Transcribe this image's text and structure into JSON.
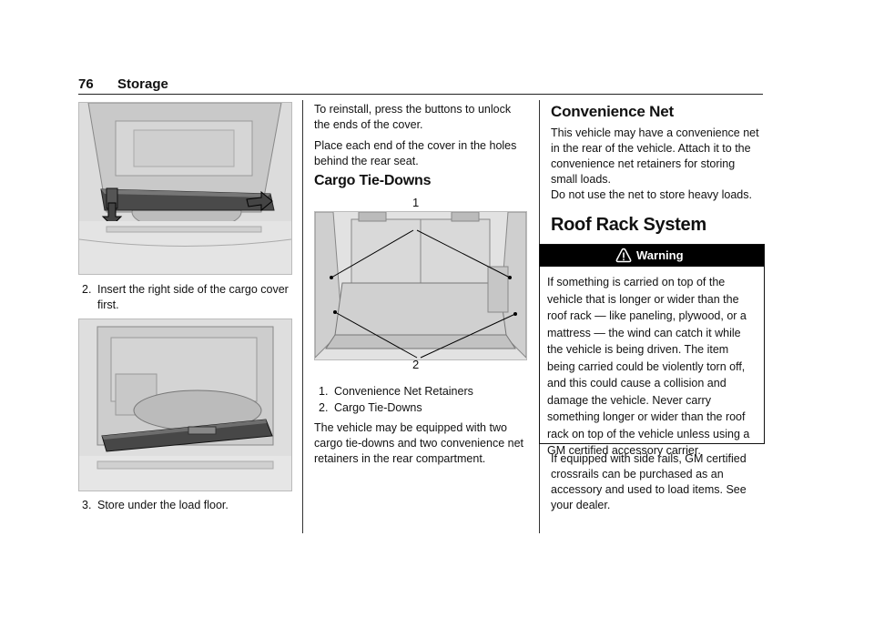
{
  "header": {
    "page_number": "76",
    "section_title": "Storage"
  },
  "left_column": {
    "step2_number": "2.",
    "step2_text": "Insert the right side of the cargo cover first.",
    "step3_number": "3.",
    "step3_text": "Store under the load floor."
  },
  "middle_column": {
    "para_reinstall": "To reinstall, press the buttons to unlock the ends of the cover.",
    "para_place": "Place each end of the cover in the holes behind the rear seat.",
    "heading_tiedowns": "Cargo Tie-Downs",
    "callout_1": "1",
    "callout_2": "2",
    "list": [
      {
        "num": "1.",
        "text": "Convenience Net Retainers"
      },
      {
        "num": "2.",
        "text": "Cargo Tie-Downs"
      }
    ],
    "para_equipped": "The vehicle may be equipped with two cargo tie-downs and two convenience net retainers in the rear compartment."
  },
  "right_column": {
    "heading_net": "Convenience Net",
    "para_net1": "This vehicle may have a convenience net in the rear of the vehicle. Attach it to the convenience net retainers for storing small loads.",
    "para_net2": "Do not use the net to store heavy loads.",
    "heading_roof": "Roof Rack System",
    "warning_label": "Warning",
    "warning_text": "If something is carried on top of the vehicle that is longer or wider than the roof rack — like paneling, plywood, or a mattress — the wind can catch it while the vehicle is being driven. The item being carried could be violently torn off, and this could cause a collision and damage the vehicle. Never carry something longer or wider than the roof rack on top of the vehicle unless using a GM certified accessory carrier.",
    "para_rails": "If equipped with side rails, GM certified crossrails can be purchased as an accessory and used to load items. See your dealer."
  }
}
